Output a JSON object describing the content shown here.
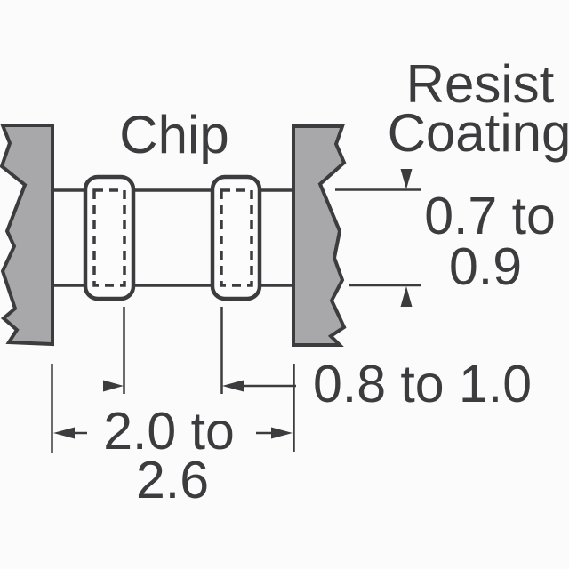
{
  "diagram": {
    "labels": {
      "chip": "Chip",
      "resist_coating_line1": "Resist",
      "resist_coating_line2": "Coating"
    },
    "dimensions": {
      "resist_thickness_line1": "0.7 to",
      "resist_thickness_line2": "0.9",
      "electrode_width": "0.8 to 1.0",
      "chip_length_line1": "2.0 to",
      "chip_length_line2": "2.6"
    },
    "colors": {
      "line": "#3c3c3e",
      "coating_fill": "#a8a8aa",
      "electrode_fill": "#fcfcfc",
      "background": "#fbfbfb"
    }
  }
}
